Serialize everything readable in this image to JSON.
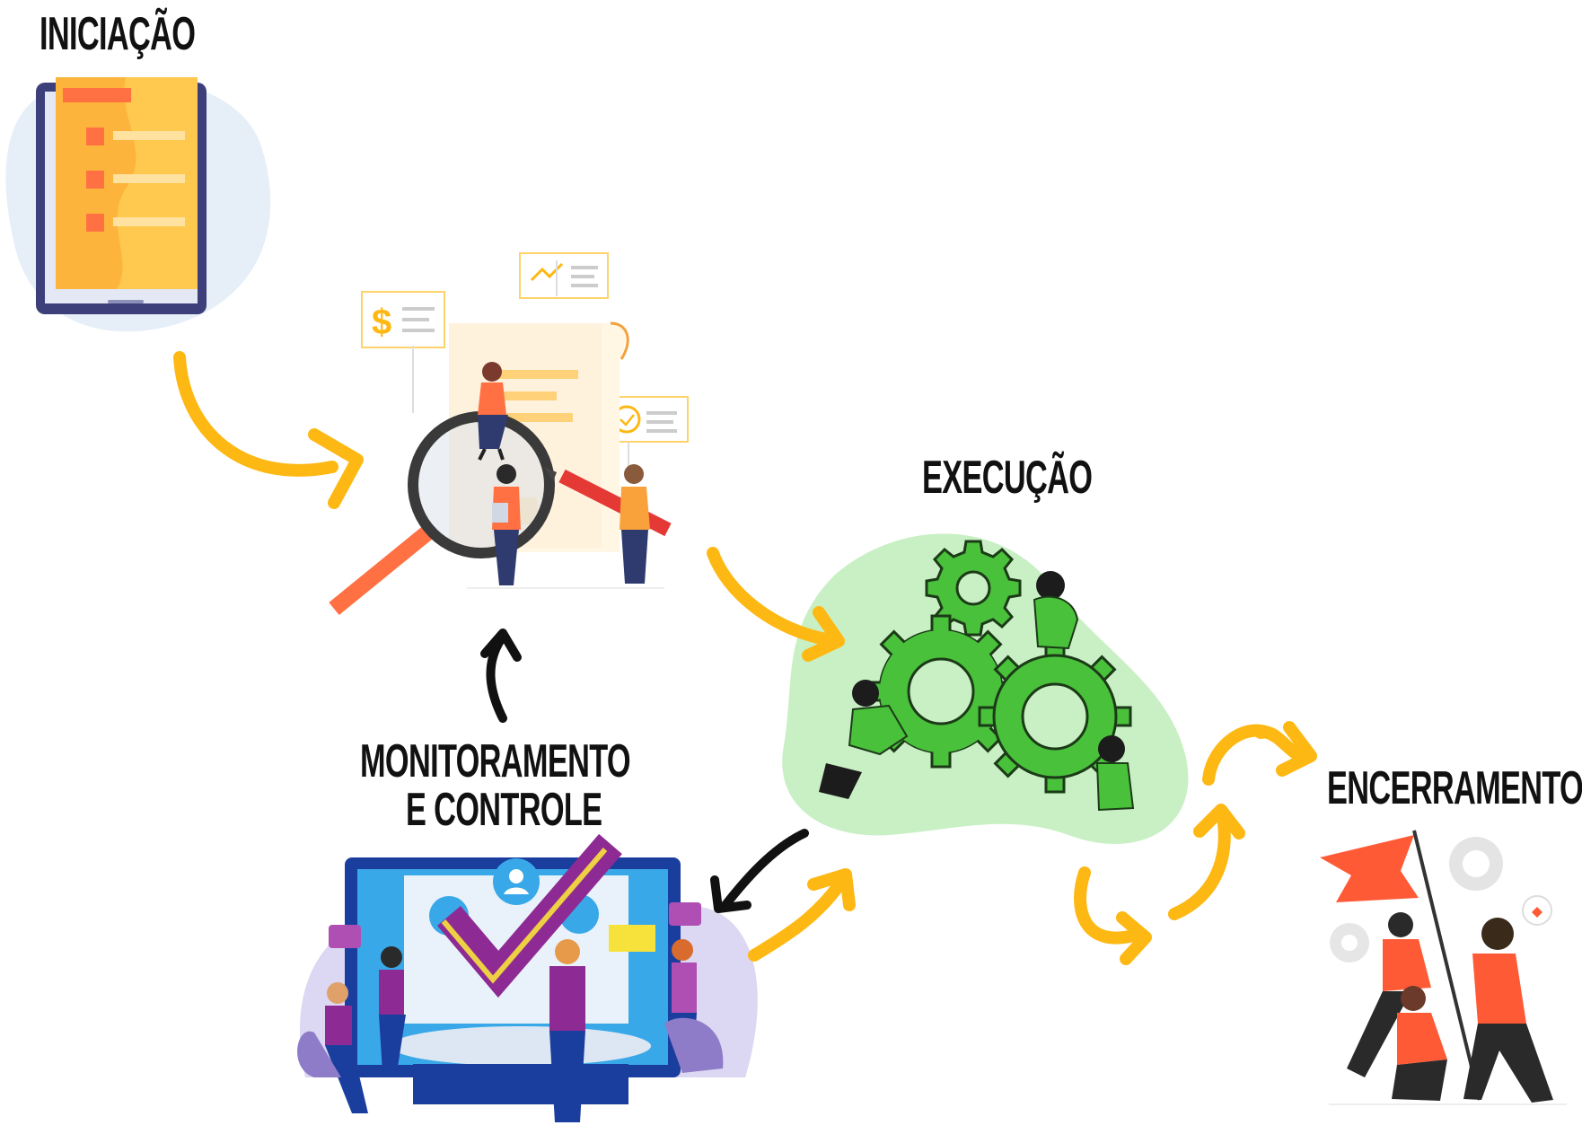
{
  "stages": {
    "initiation": {
      "label": "INICIAÇÃO"
    },
    "execution": {
      "label": "EXECUÇÃO"
    },
    "monitoring": {
      "label_line1": "MONITORAMENTO",
      "label_line2": "E CONTROLE"
    },
    "closing": {
      "label": "ENCERRAMENTO"
    }
  },
  "illustrations": {
    "initiation": "tablet-checklist-illustration",
    "planning": "magnifier-documents-illustration",
    "execution": "gears-teamwork-illustration",
    "monitoring": "monitor-checkmark-team-illustration",
    "closing": "team-raising-flag-illustration"
  },
  "colors": {
    "flow_arrow": "#FDB813",
    "feedback_arrow": "#111111",
    "execution_blob": "#C9F0C4",
    "gear": "#49C13B",
    "document": "#FFC84E",
    "accent_orange": "#FF7043",
    "monitor_blue": "#1A3E9E",
    "check_purple": "#8E2A93"
  }
}
